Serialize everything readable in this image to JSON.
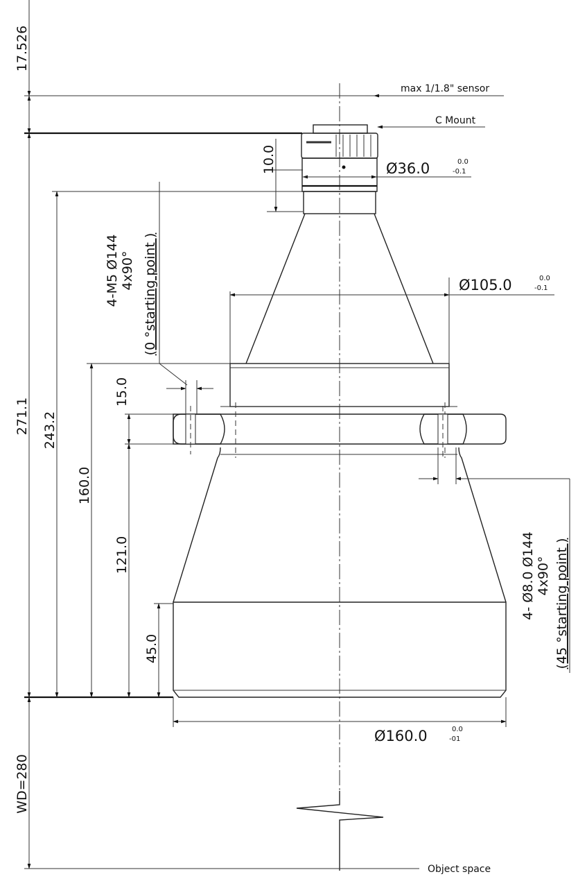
{
  "labels": {
    "sensor": "max 1/1.8\" sensor",
    "mount": "C Mount",
    "object_space": "Object space"
  },
  "dimensions": {
    "d_top": "17.526",
    "d_total": "271.1",
    "d_243": "243.2",
    "d_160": "160.0",
    "d_15": "15.0",
    "d_121": "121.0",
    "d_45": "45.0",
    "d_10": "10.0",
    "wd": "WD=280",
    "dia36": "Ø36.0",
    "dia36_tol_upper": "0.0",
    "dia36_tol_lower": "-0.1",
    "dia105": "Ø105.0",
    "dia105_tol_upper": "0.0",
    "dia105_tol_lower": "-0.1",
    "dia160": "Ø160.0",
    "dia160_tol_upper": "0.0",
    "dia160_tol_lower": "-01"
  },
  "notes": {
    "m5_line1": "4-M5  Ø144",
    "m5_line2": "4x90°",
    "m5_line3": "(0 °starting point  )",
    "hole_line1": "4- Ø8.0  Ø144",
    "hole_line2": "4x90°",
    "hole_line3": "(45 °starting point  )"
  }
}
